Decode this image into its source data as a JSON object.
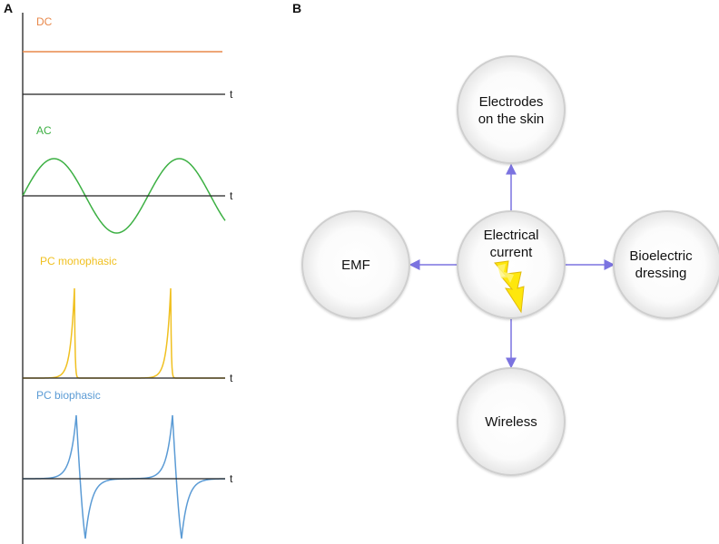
{
  "panel_a": {
    "label": "A",
    "time_label": "t",
    "waves": [
      {
        "id": "dc",
        "label": "DC",
        "color": "#e8884a"
      },
      {
        "id": "ac",
        "label": "AC",
        "color": "#3cb043"
      },
      {
        "id": "pc-mono",
        "label": "PC monophasic",
        "color": "#f0c020"
      },
      {
        "id": "pc-bi",
        "label": "PC biophasic",
        "color": "#5b9bd5"
      }
    ]
  },
  "panel_b": {
    "label": "B",
    "arrow_color": "#7b73e0",
    "center": {
      "line1": "Electrical",
      "line2": "current",
      "icon": "lightning-bolt-icon"
    },
    "nodes": {
      "top": {
        "line1": "Electrodes",
        "line2": "on the skin"
      },
      "left": {
        "line1": "EMF"
      },
      "right": {
        "line1": "Bioelectric",
        "line2": "dressing"
      },
      "bottom": {
        "line1": "Wireless"
      }
    }
  }
}
